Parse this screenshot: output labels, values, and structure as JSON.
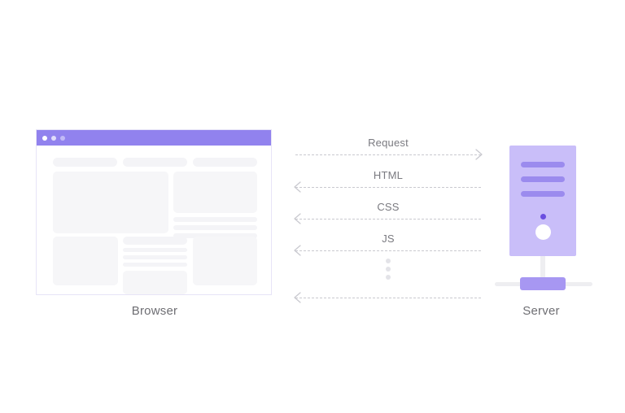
{
  "diagram": {
    "title": "Browser and Server request/response flow",
    "browser": {
      "label": "Browser",
      "titlebar_dots": [
        "dot-1",
        "dot-2",
        "dot-3"
      ]
    },
    "server": {
      "label": "Server"
    },
    "flow": {
      "messages": [
        {
          "label": "Request",
          "direction": "right"
        },
        {
          "label": "HTML",
          "direction": "left"
        },
        {
          "label": "CSS",
          "direction": "left"
        },
        {
          "label": "JS",
          "direction": "left"
        },
        {
          "label": "",
          "direction": "left"
        }
      ],
      "ellipsis_dots": 3
    },
    "colors": {
      "accent_purple": "#9182ee",
      "server_body": "#c9bef9",
      "server_bar": "#9b8bee",
      "server_led": "#6b4fe0",
      "server_base": "#a797f2",
      "wireframe_gray": "#f6f6f8",
      "line_gray": "#c9c9cf",
      "label_text": "#6e6e73",
      "caption_text": "#7a7a80",
      "background": "#ffffff"
    }
  }
}
